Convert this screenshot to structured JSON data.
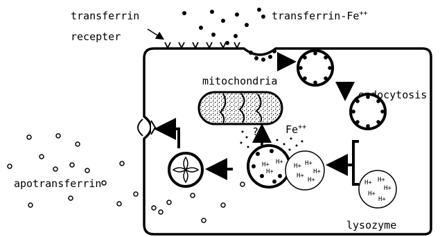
{
  "labels": {
    "transferrin_receptor_line1": "transferrin",
    "transferrin_receptor_line2": "recepter",
    "transferrin_fe": "transferrin-Fe",
    "transferrin_fe_charge": "++",
    "mitochondria": "mitochondria",
    "endocytosis": "endocytosis",
    "fe": "Fe",
    "fe_charge": "++",
    "question": "?",
    "apotransferrin": "apotransferrin",
    "lysozyme": "lysozyme",
    "h_plus": "H+"
  },
  "colors": {
    "ink": "#000000",
    "background": "#ffffff"
  }
}
